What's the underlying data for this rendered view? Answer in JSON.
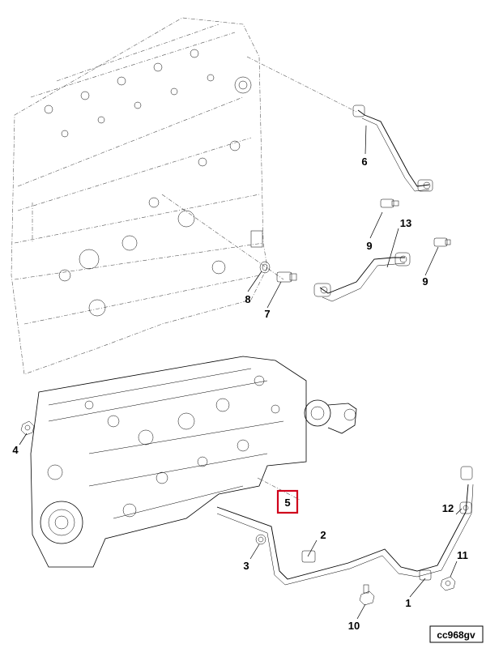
{
  "callouts": {
    "c1": "1",
    "c2": "2",
    "c3": "3",
    "c4": "4",
    "c5": "5",
    "c6": "6",
    "c7": "7",
    "c8": "8",
    "c9a": "9",
    "c9b": "9",
    "c10": "10",
    "c11": "11",
    "c12": "12",
    "c13": "13"
  },
  "highlighted_callout": "5",
  "highlight_color": "#d0021b",
  "reference_code": "cc968gv"
}
